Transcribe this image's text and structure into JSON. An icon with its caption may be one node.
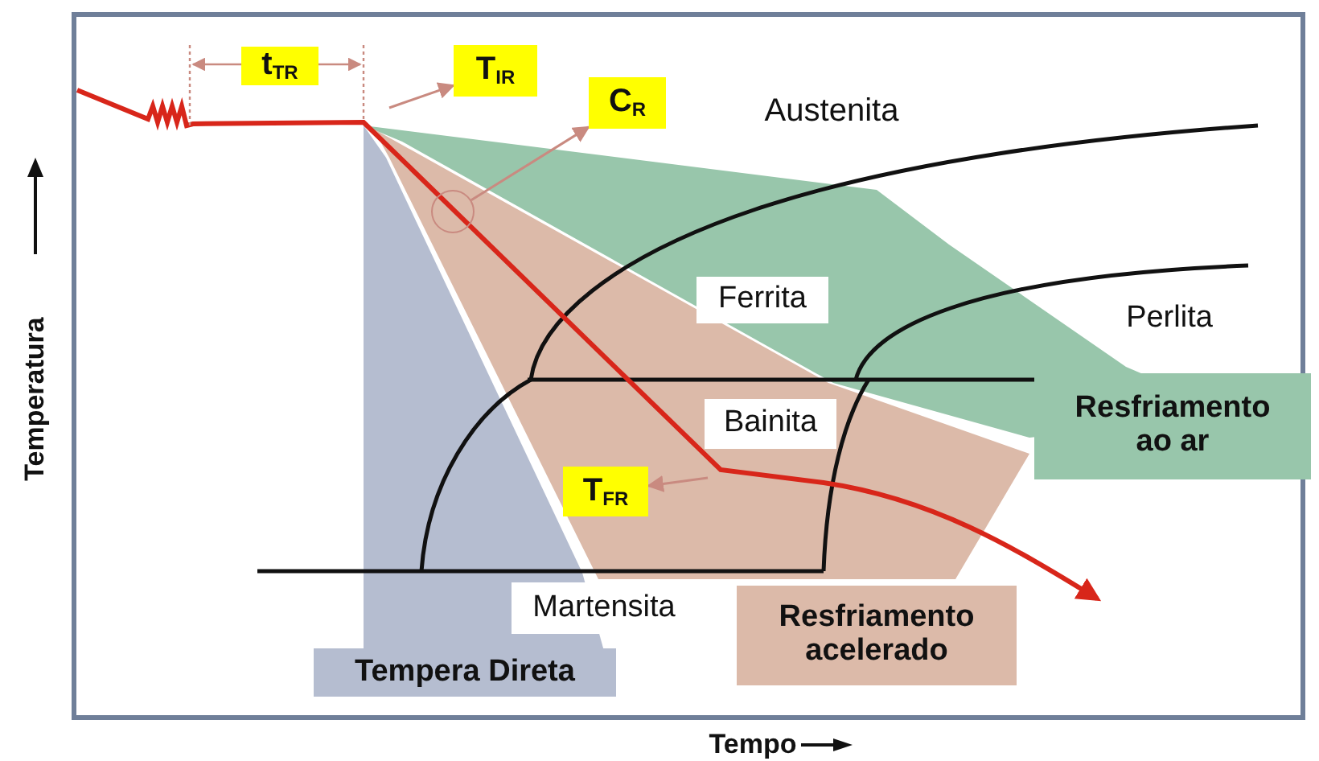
{
  "diagram": {
    "nodes": [
      {
        "text": [
          "T$_{IR}$"
        ]
      },
      {
        "text": [
          "C$_{R}$"
        ]
      },
      {
        "text": [],
        "shape": "circle"
      },
      {
        "text": [
          "Resfriamento ao ar"
        ]
      },
      {
        "text": [
          "T$_{FR}$"
        ]
      },
      {
        "text": [
          "Resfriamento acelerado"
        ]
      },
      {
        "text": [
          "Tempera Direta"
        ]
      }
    ],
    "edges": [
      {
        "from": null,
        "to": 0,
        "arrow": "to"
      },
      {
        "from": 2,
        "to": 1,
        "arrow": "to"
      },
      {
        "from": null,
        "to": 4,
        "arrow": "to"
      }
    ],
    "labels": [
      "t$_{TR}$",
      "Austenita",
      "Ferrita",
      "Perlita",
      "Bainita",
      "Martensita",
      "Temperatura",
      "Tempo"
    ]
  }
}
